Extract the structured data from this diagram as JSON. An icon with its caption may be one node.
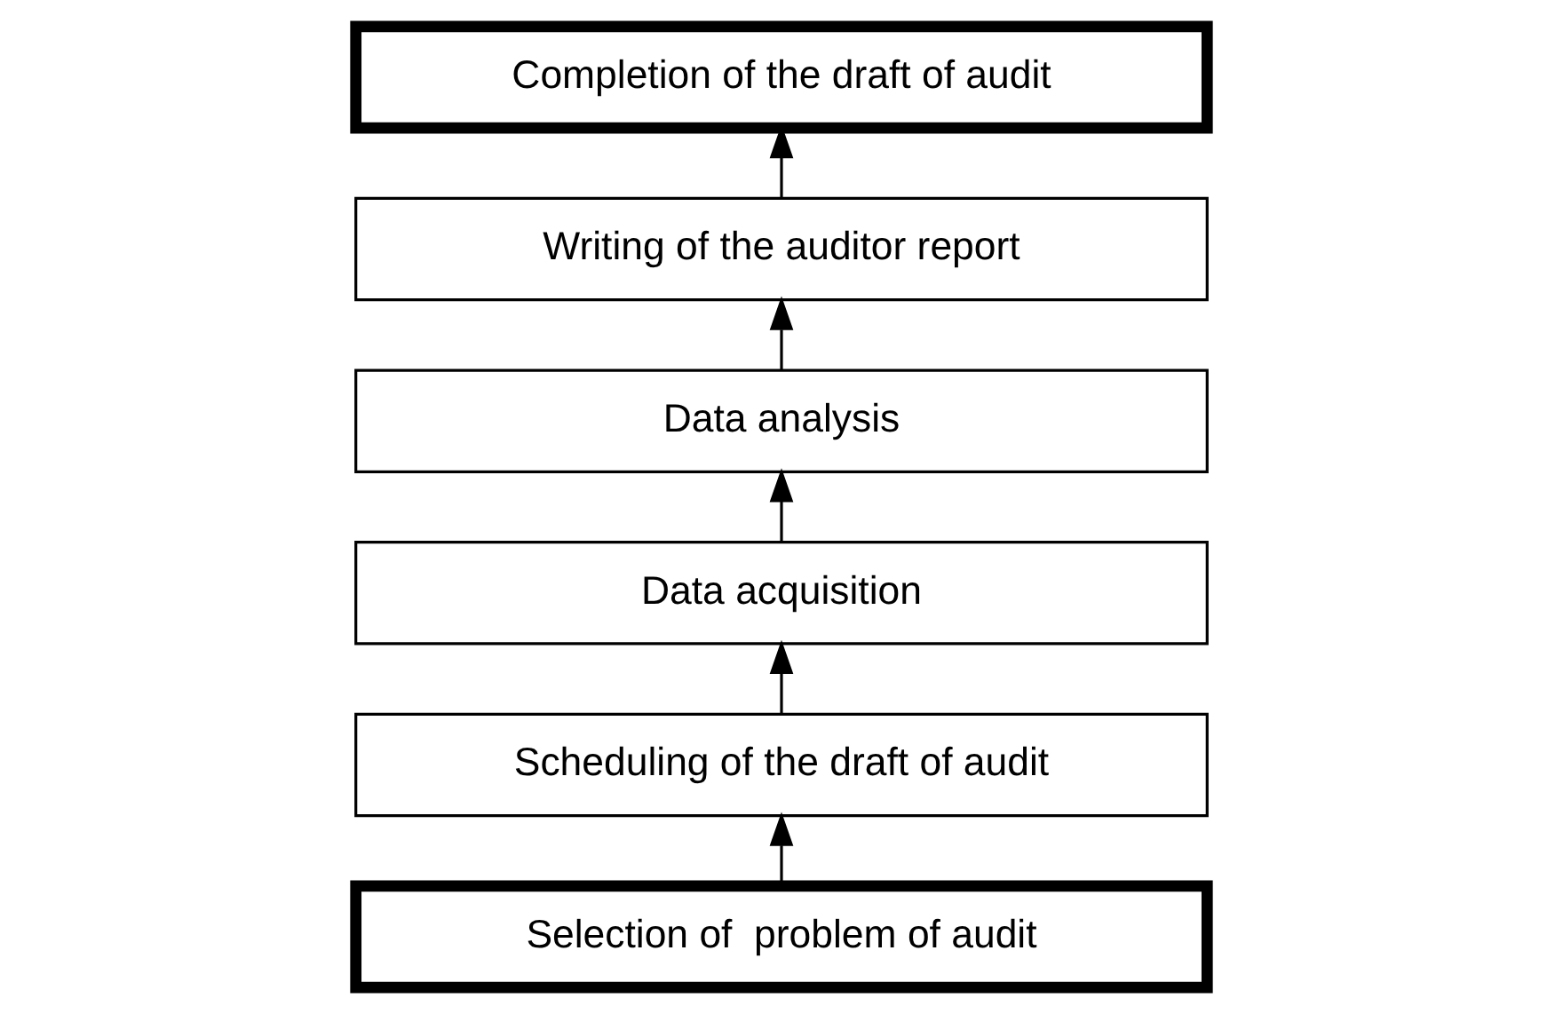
{
  "diagram": {
    "nodes": [
      {
        "text": [
          "Completion of the draft of audit"
        ]
      },
      {
        "text": [
          "Writing of the auditor report"
        ]
      },
      {
        "text": [
          "Data analysis"
        ]
      },
      {
        "text": [
          "Data acquisition"
        ]
      },
      {
        "text": [
          "Scheduling of the draft of audit"
        ]
      },
      {
        "text": [
          "Selection of  problem of audit"
        ]
      }
    ],
    "edges": [
      {
        "from": 5,
        "to": 4,
        "arrow": "to"
      },
      {
        "from": 4,
        "to": 3,
        "arrow": "to"
      },
      {
        "from": 3,
        "to": 2,
        "arrow": "to"
      },
      {
        "from": 2,
        "to": 1,
        "arrow": "to"
      },
      {
        "from": 1,
        "to": 0,
        "arrow": "to"
      }
    ]
  }
}
